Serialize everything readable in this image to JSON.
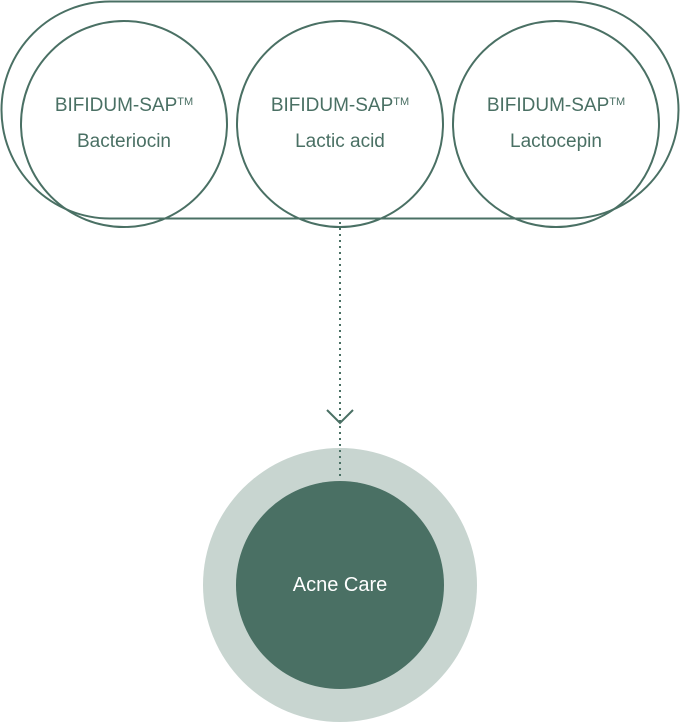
{
  "colors": {
    "primary": "#4a7064",
    "light": "#c8d5d0"
  },
  "ingredients": [
    {
      "brand": "BIFIDUM-SAP",
      "mark": "TM",
      "name": "Bacteriocin"
    },
    {
      "brand": "BIFIDUM-SAP",
      "mark": "TM",
      "name": "Lactic acid"
    },
    {
      "brand": "BIFIDUM-SAP",
      "mark": "TM",
      "name": "Lactocepin"
    }
  ],
  "result": {
    "label": "Acne Care"
  }
}
